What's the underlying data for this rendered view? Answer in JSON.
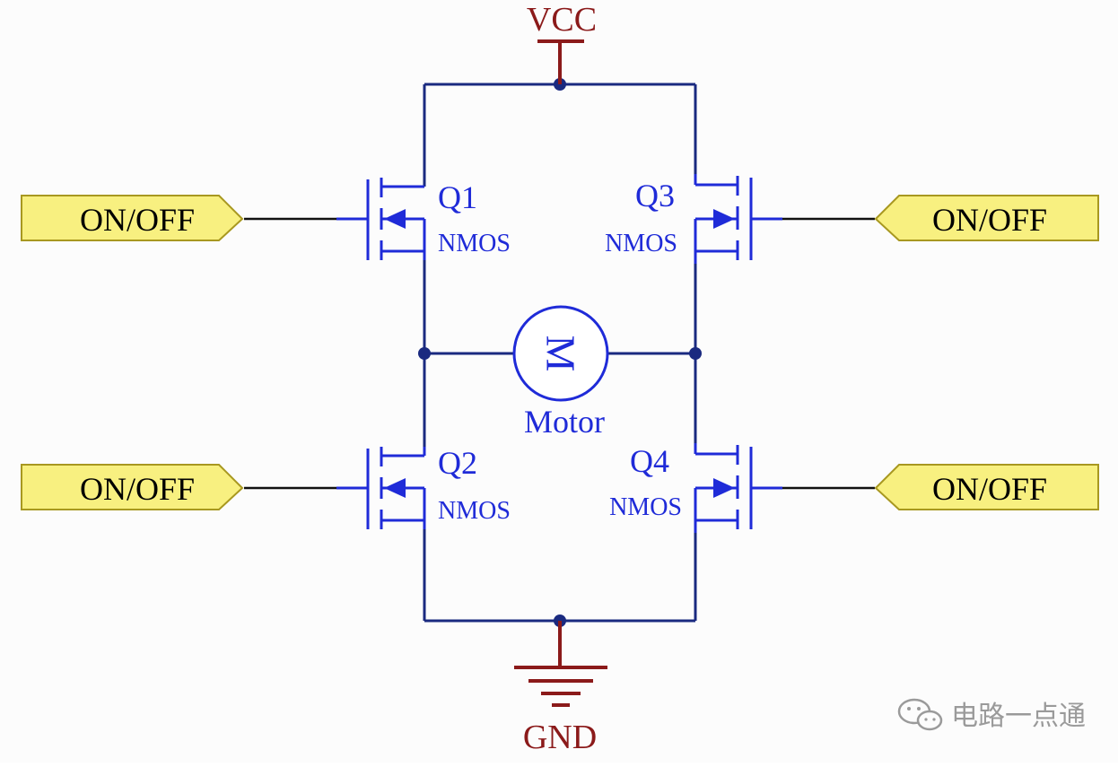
{
  "power": {
    "vcc_label": "VCC",
    "gnd_label": "GND"
  },
  "transistors": [
    {
      "ref": "Q1",
      "type": "NMOS"
    },
    {
      "ref": "Q2",
      "type": "NMOS"
    },
    {
      "ref": "Q3",
      "type": "NMOS"
    },
    {
      "ref": "Q4",
      "type": "NMOS"
    }
  ],
  "motor": {
    "symbol": "M",
    "label": "Motor"
  },
  "ports": [
    {
      "label": "ON/OFF"
    },
    {
      "label": "ON/OFF"
    },
    {
      "label": "ON/OFF"
    },
    {
      "label": "ON/OFF"
    }
  ],
  "watermark": {
    "text": "电路一点通",
    "icon": "wechat-icon"
  },
  "colors": {
    "wire": "#1a2a80",
    "device": "#1f2bd8",
    "power": "#8b1a1a",
    "port_fill": "#f8f080",
    "port_stroke": "#a89820",
    "label": "#000000",
    "device_label": "#1f2bd8"
  }
}
